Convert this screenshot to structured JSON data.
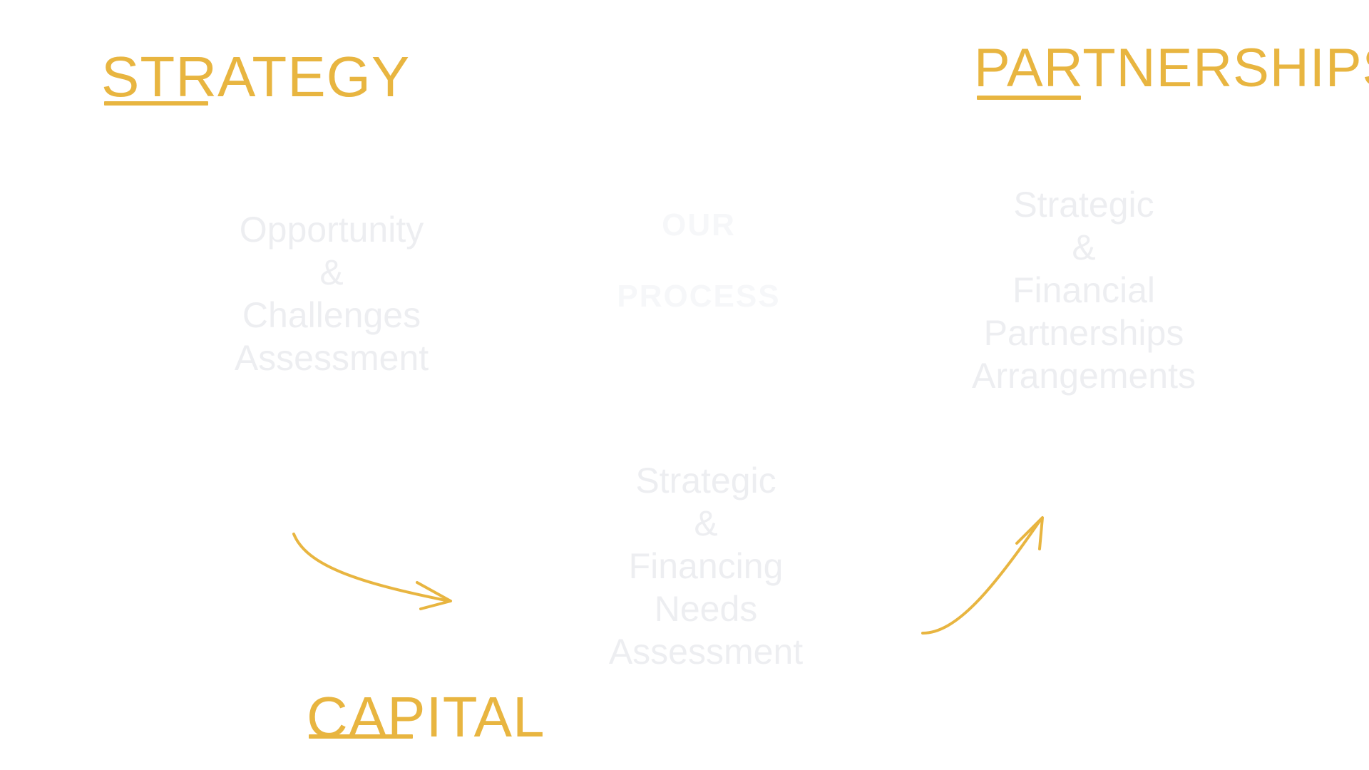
{
  "colors": {
    "accent": "#E8B540",
    "faded_text": "#EDEEF1",
    "center_label": "#F6F7F9",
    "background": "#FFFFFF"
  },
  "headings": {
    "strategy": "STRATEGY",
    "partnerships": "PARTNERSHIPS",
    "capital": "CAPITAL"
  },
  "center": {
    "line1": "OUR",
    "line2": "PROCESS"
  },
  "steps": {
    "opportunity": [
      "Opportunity",
      "&",
      "Challenges",
      "Assessment"
    ],
    "financing": [
      "Strategic",
      "&",
      "Financing",
      "Needs",
      "Assessment"
    ],
    "partnerships": [
      "Strategic",
      "&",
      "Financial",
      "Partnerships",
      "Arrangements"
    ]
  },
  "icons": {
    "arrow_strategy_to_capital": "curved-arrow-right-icon",
    "arrow_capital_to_partnerships": "curved-arrow-up-icon"
  }
}
